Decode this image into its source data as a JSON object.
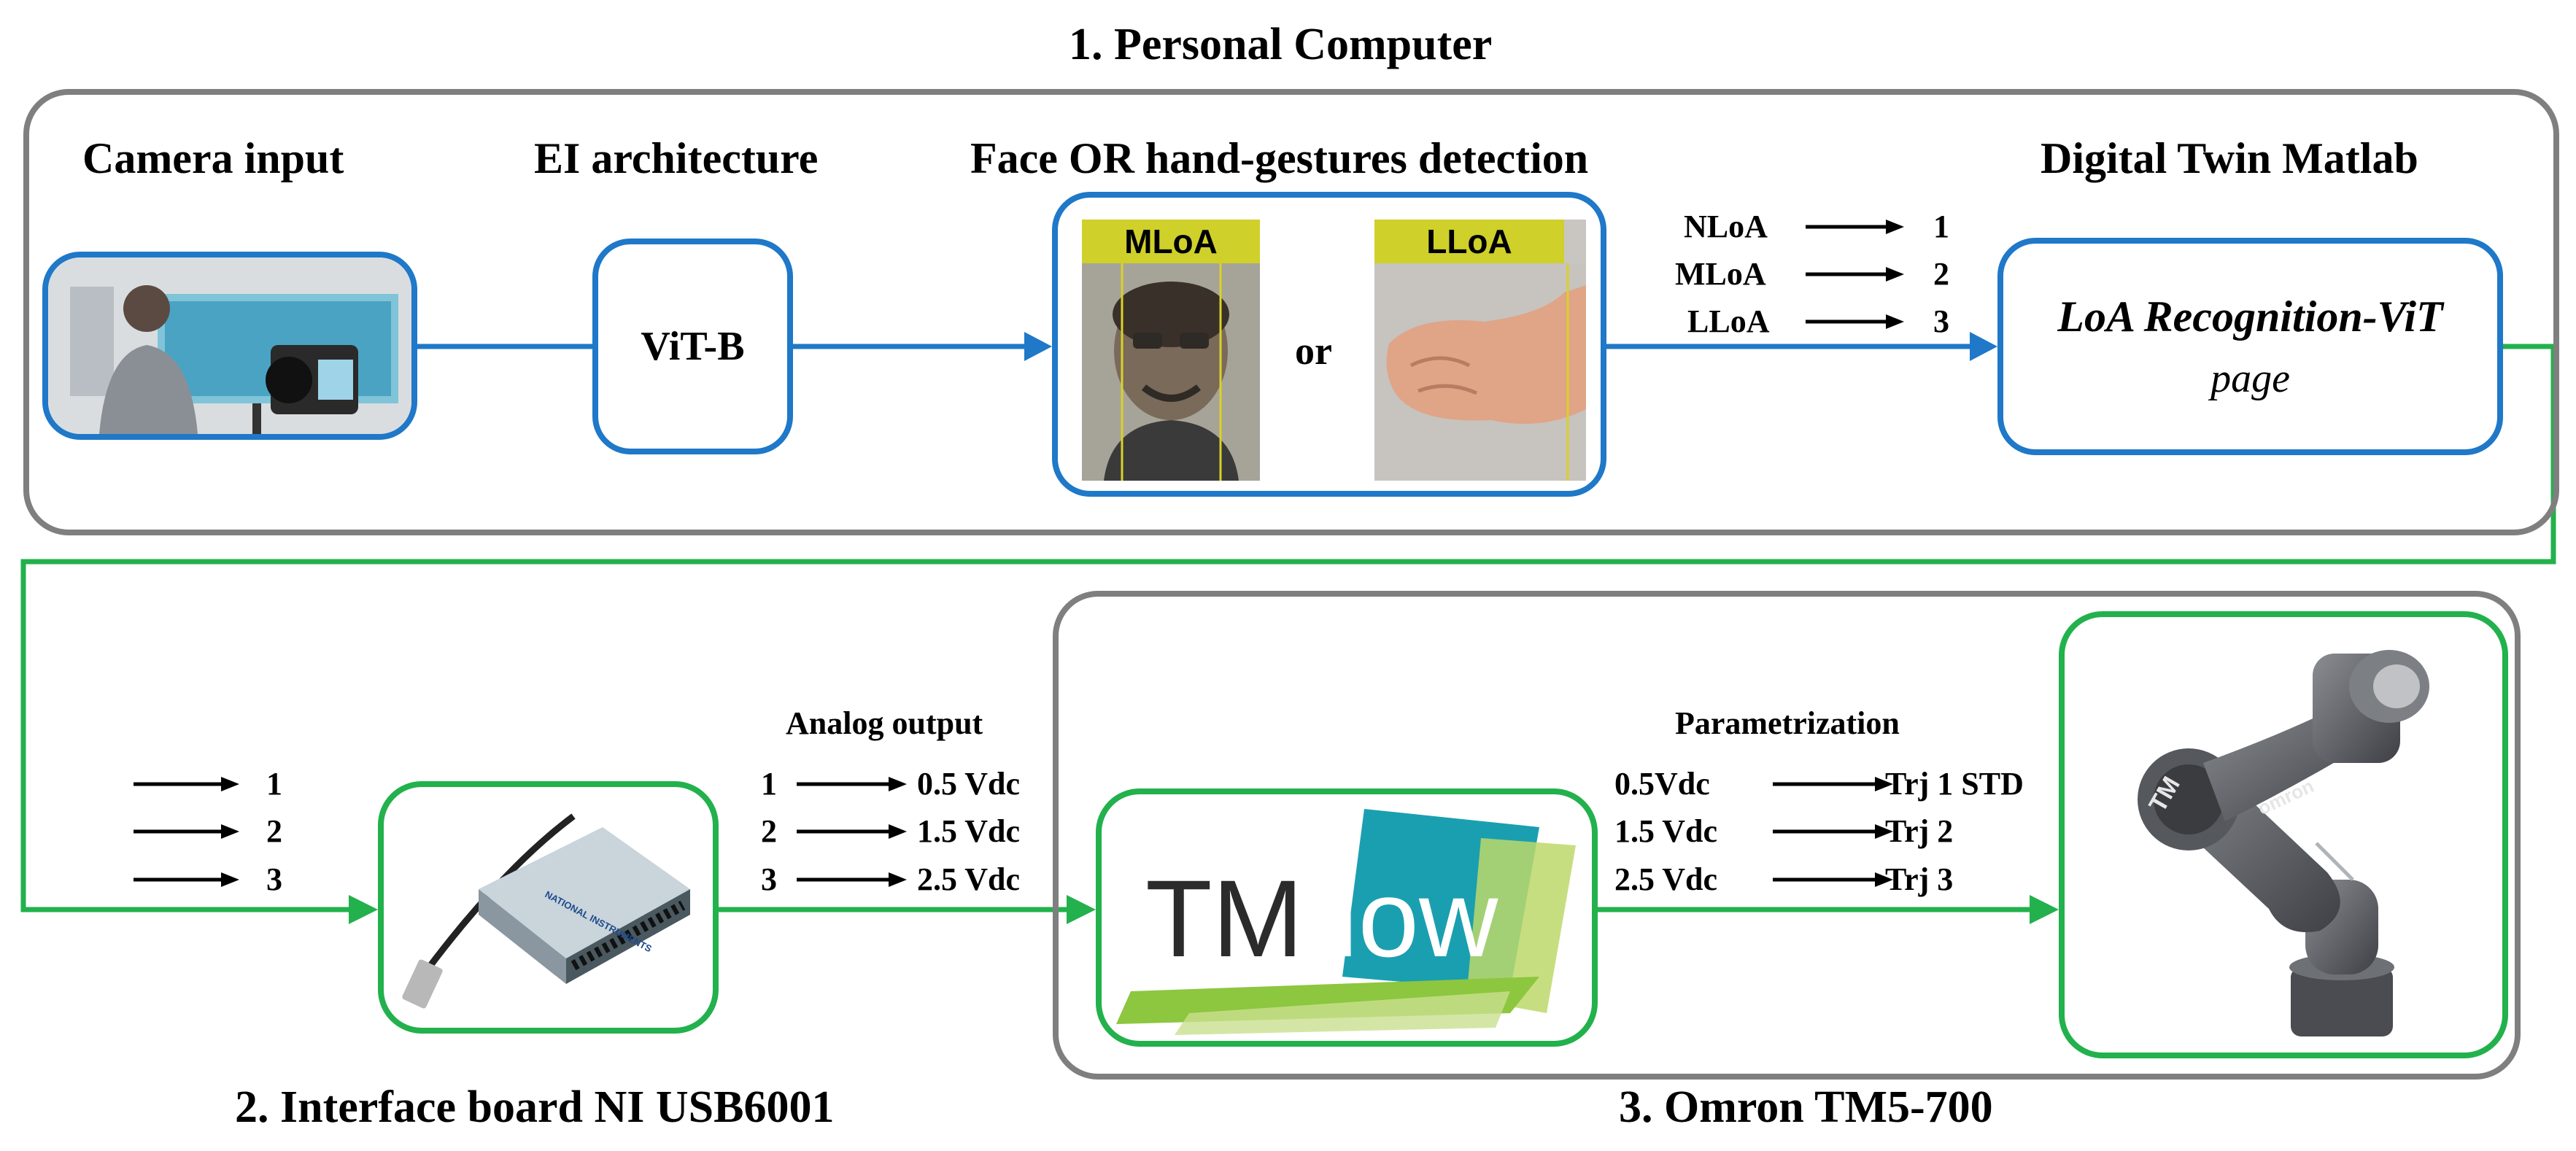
{
  "sections": {
    "pc_title": "1. Personal Computer",
    "interface_title": "2. Interface board NI USB6001",
    "omron_title": "3. Omron TM5-700"
  },
  "pc": {
    "camera_label": "Camera input",
    "ei_label": "EI architecture",
    "vit_label": "ViT-B",
    "detection_label": "Face OR hand-gestures detection",
    "mloa_tag": "MLoA",
    "lloa_tag": "LLoA",
    "or_label": "or",
    "twin_label": "Digital Twin Matlab",
    "twin_box_line1": "LoA Recognition-ViT",
    "twin_box_line2": "page",
    "loa_map": [
      {
        "from": "NLoA",
        "to": "1"
      },
      {
        "from": "MLoA",
        "to": "2"
      },
      {
        "from": "LLoA",
        "to": "3"
      }
    ]
  },
  "interface": {
    "inputs": [
      "1",
      "2",
      "3"
    ],
    "analog_label": "Analog output",
    "analog_map": [
      {
        "from": "1",
        "to": "0.5 Vdc"
      },
      {
        "from": "2",
        "to": "1.5 Vdc"
      },
      {
        "from": "3",
        "to": "2.5 Vdc"
      }
    ],
    "board_brand": "NATIONAL INSTRUMENTS"
  },
  "omron": {
    "param_label": "Parametrization",
    "tmflow_tm": "TM",
    "tmflow_flow": "flow",
    "param_map": [
      {
        "from": "0.5Vdc",
        "to": "Trj 1 STD"
      },
      {
        "from": "1.5 Vdc",
        "to": "Trj 2"
      },
      {
        "from": "2.5 Vdc",
        "to": "Trj 3"
      }
    ],
    "robot_brand": "omron",
    "robot_logo": "TM"
  },
  "colors": {
    "blue": "#1f78c8",
    "green": "#22b14c",
    "grey": "#7f7f7f",
    "tag_yellow": "#cfd02a"
  }
}
